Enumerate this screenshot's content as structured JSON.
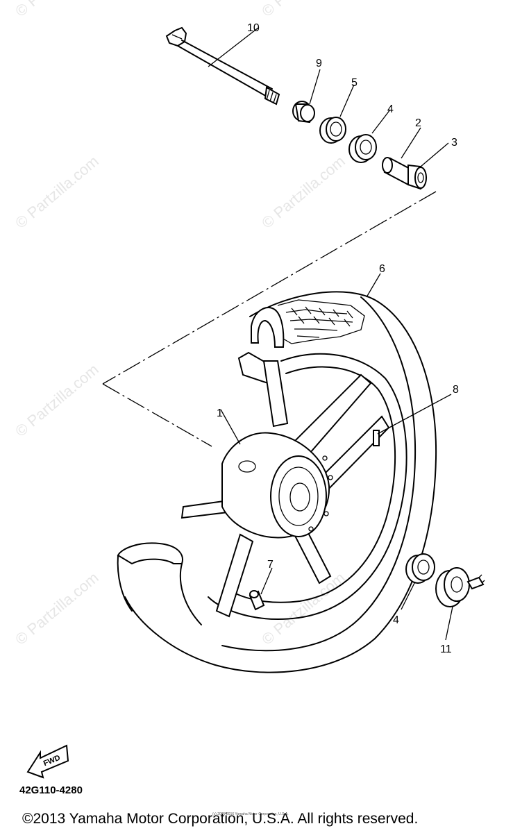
{
  "watermark": {
    "text": "© Partzilla.com"
  },
  "callouts": {
    "c1": "1",
    "c2": "2",
    "c3": "3",
    "c4a": "4",
    "c4b": "4",
    "c5": "5",
    "c6": "6",
    "c7": "7",
    "c8": "8",
    "c9": "9",
    "c10": "10",
    "c11": "11"
  },
  "fwd_label": "FWD",
  "part_code": "42G110-4280",
  "footer": {
    "copyright": "©2013 Yamaha Motor Corporation, U.S.A. All rights reserved.",
    "fine_print": "(c) 2005-2016 Yamaha Motor Corporation, U.S.A."
  }
}
